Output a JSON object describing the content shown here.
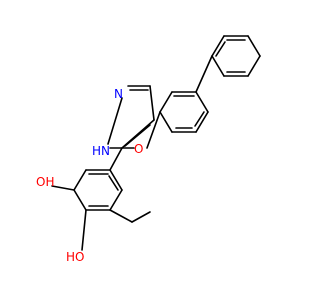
{
  "diagram": {
    "type": "chemical-structure",
    "atoms": {
      "pyrazole_n1": "N",
      "pyrazole_nh": "H",
      "pyrazole_n2": "N",
      "ether_o": "O",
      "phenol_top": "OH",
      "phenol_bottom": "HO"
    }
  },
  "colors": {
    "bond": "#000000",
    "nitrogen": "#0000ff",
    "oxygen": "#ff0000",
    "background": "#ffffff"
  }
}
